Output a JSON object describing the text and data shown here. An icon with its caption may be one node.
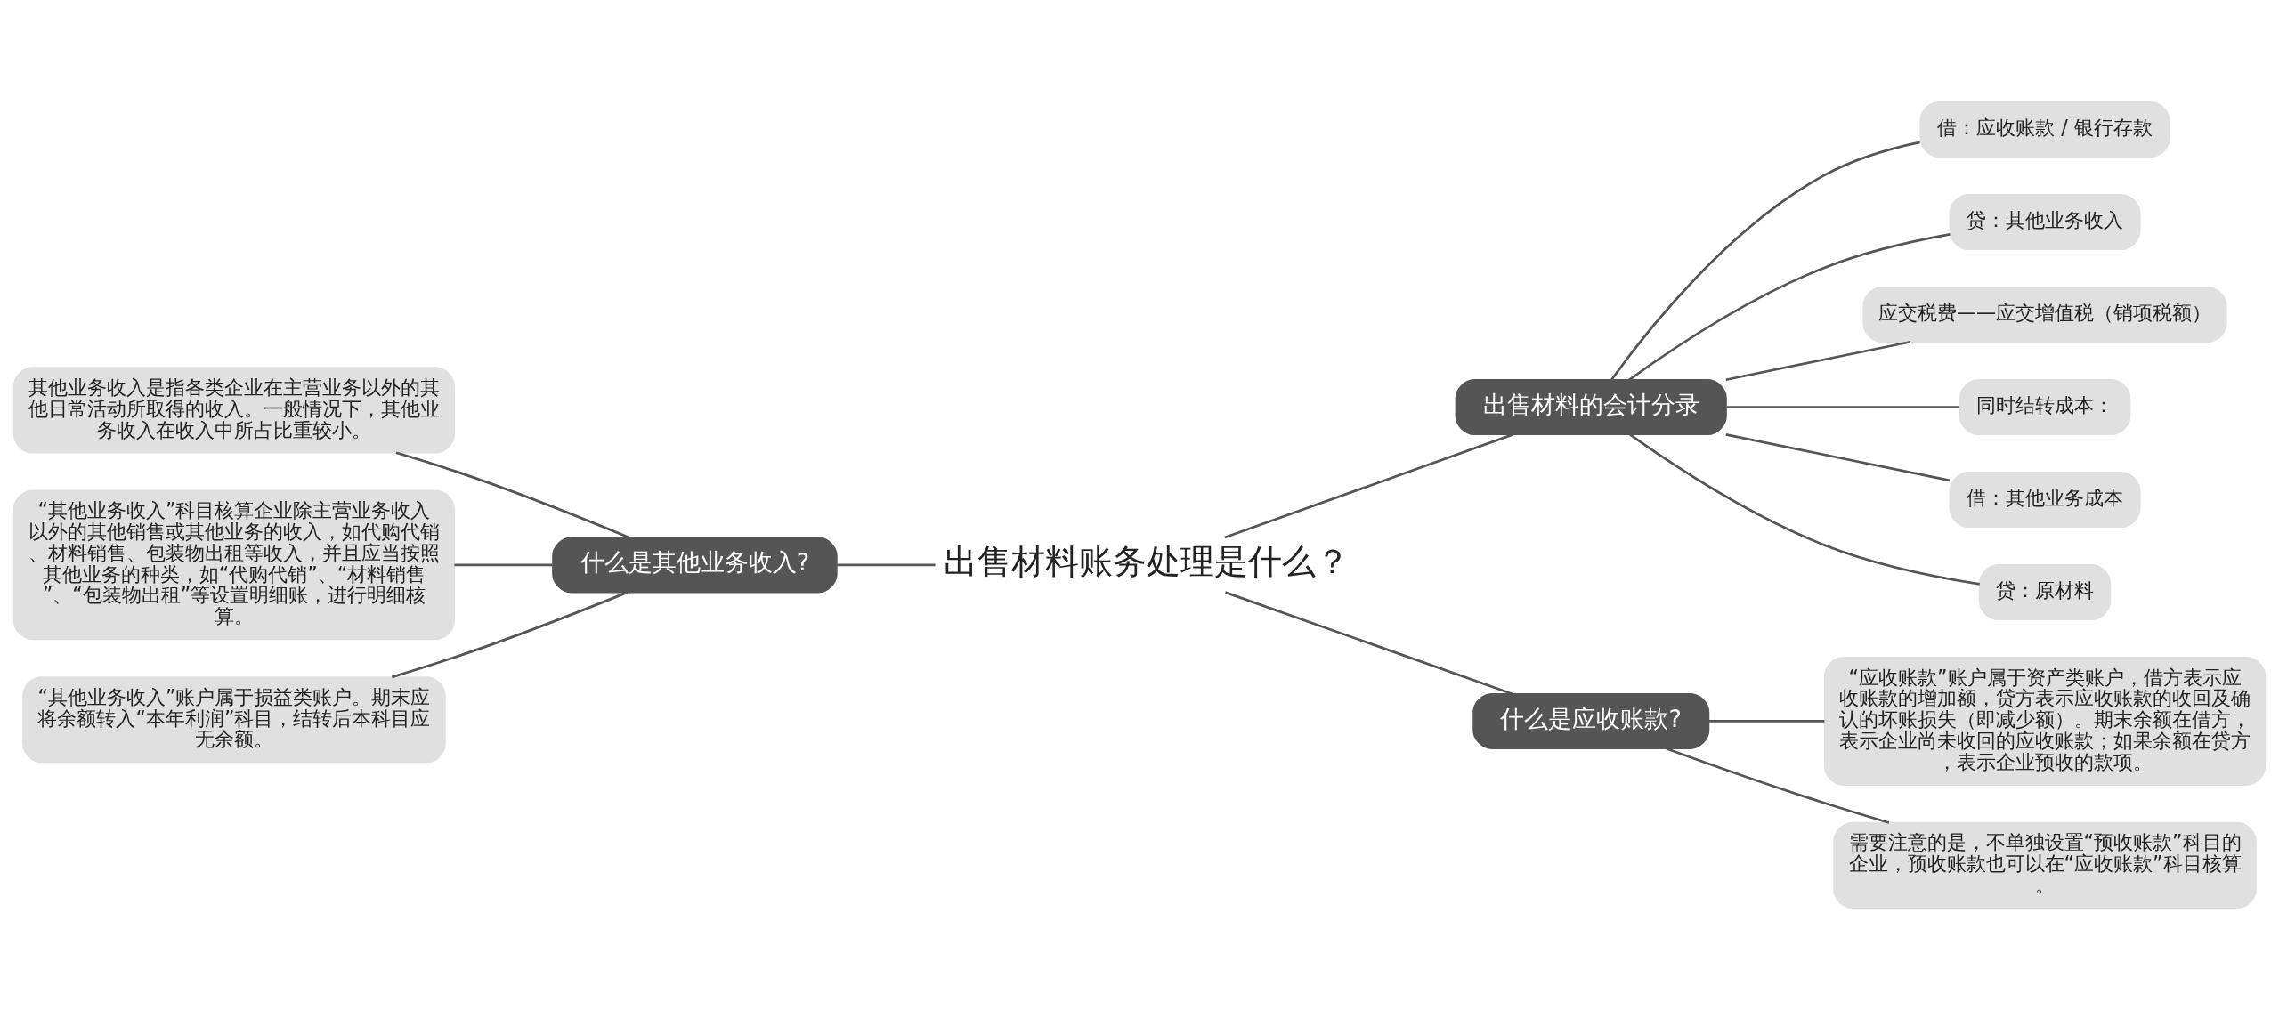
{
  "diagram": {
    "nodes": [
      {
        "text": [
          "出售材料账务处理是什么？"
        ]
      },
      {
        "text": [
          "出售材料的会计分录"
        ]
      },
      {
        "text": [
          "借：应收账款 / 银行存款"
        ]
      },
      {
        "text": [
          "贷：其他业务收入"
        ]
      },
      {
        "text": [
          "应交税费——应交增值税（销项税额）"
        ]
      },
      {
        "text": [
          "同时结转成本："
        ]
      },
      {
        "text": [
          "借：其他业务成本"
        ]
      },
      {
        "text": [
          "贷：原材料"
        ]
      },
      {
        "text": [
          "什么是应收账款?"
        ]
      },
      {
        "text": [
          "“应收账款”账户属于资产类账户，借方表示应收账款的增加额，贷方表示应收账款的收回及确认的坏账损失（即减少额）。期末余额在借方，表示企业尚未收回的应收账款；如果余额在贷方，表示企业预收的款项。"
        ]
      },
      {
        "text": [
          "需要注意的是，不单独设置“预收账款”科目的企业，预收账款也可以在“应收账款”科目核算。"
        ]
      },
      {
        "text": [
          "什么是其他业务收入?"
        ]
      },
      {
        "text": [
          "其他业务收入是指各类企业在主营业务以外的其他日常活动所取得的收入。一般情况下，其他业务收入在收入中所占比重较小。"
        ]
      },
      {
        "text": [
          "“其他业务收入”科目核算企业除主营业务收入以外的其他销售或其他业务的收入，如代购代销、材料销售、包装物出租等收入，并且应当按照其他业务的种类，如“代购代销”、“材料销售”、“包装物出租”等设置明细账，进行明细核算。"
        ]
      },
      {
        "text": [
          "“其他业务收入”账户属于损益类账户。期末应将余额转入“本年利润”科目，结转后本科目应无余额。"
        ]
      }
    ],
    "edges": [
      {
        "from": 0,
        "to": 1,
        "arrow": "none"
      },
      {
        "from": 1,
        "to": 2,
        "arrow": "none"
      },
      {
        "from": 1,
        "to": 3,
        "arrow": "none"
      },
      {
        "from": 1,
        "to": 4,
        "arrow": "none"
      },
      {
        "from": 1,
        "to": 5,
        "arrow": "none"
      },
      {
        "from": 1,
        "to": 6,
        "arrow": "none"
      },
      {
        "from": 1,
        "to": 7,
        "arrow": "none"
      },
      {
        "from": 0,
        "to": 8,
        "arrow": "none"
      },
      {
        "from": 8,
        "to": 9,
        "arrow": "none"
      },
      {
        "from": 8,
        "to": 10,
        "arrow": "none"
      },
      {
        "from": 0,
        "to": 11,
        "arrow": "none"
      },
      {
        "from": 11,
        "to": 12,
        "arrow": "none"
      },
      {
        "from": 11,
        "to": 13,
        "arrow": "none"
      },
      {
        "from": 11,
        "to": 14,
        "arrow": "none"
      }
    ]
  }
}
